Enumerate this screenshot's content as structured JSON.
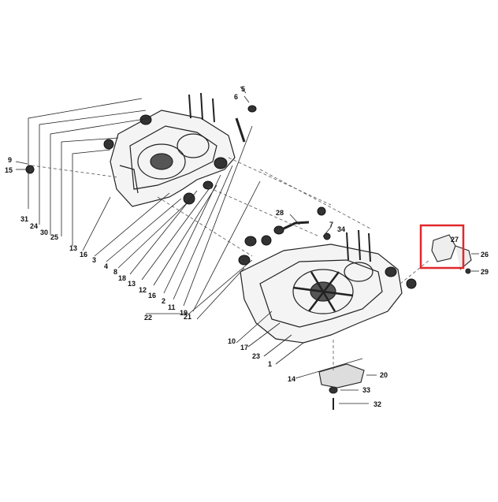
{
  "diagram": {
    "part_labels": {
      "p1": "1",
      "p2": "2",
      "p3": "3",
      "p4": "4",
      "p5": "5",
      "p6": "6",
      "p7": "7",
      "p8": "8",
      "p9": "9",
      "p10": "10",
      "p11": "11",
      "p12": "12",
      "p13a": "13",
      "p13b": "13",
      "p14": "14",
      "p15": "15",
      "p16a": "16",
      "p16b": "16",
      "p17": "17",
      "p18": "18",
      "p19": "19",
      "p20": "20",
      "p21": "21",
      "p22": "22",
      "p23": "23",
      "p24": "24",
      "p25": "25",
      "p26": "26",
      "p27": "27",
      "p28": "28",
      "p29": "29",
      "p30": "30",
      "p31": "31",
      "p32": "32",
      "p33": "33",
      "p34": "34"
    },
    "highlight": {
      "part": "27",
      "color": "#e0282a"
    }
  }
}
